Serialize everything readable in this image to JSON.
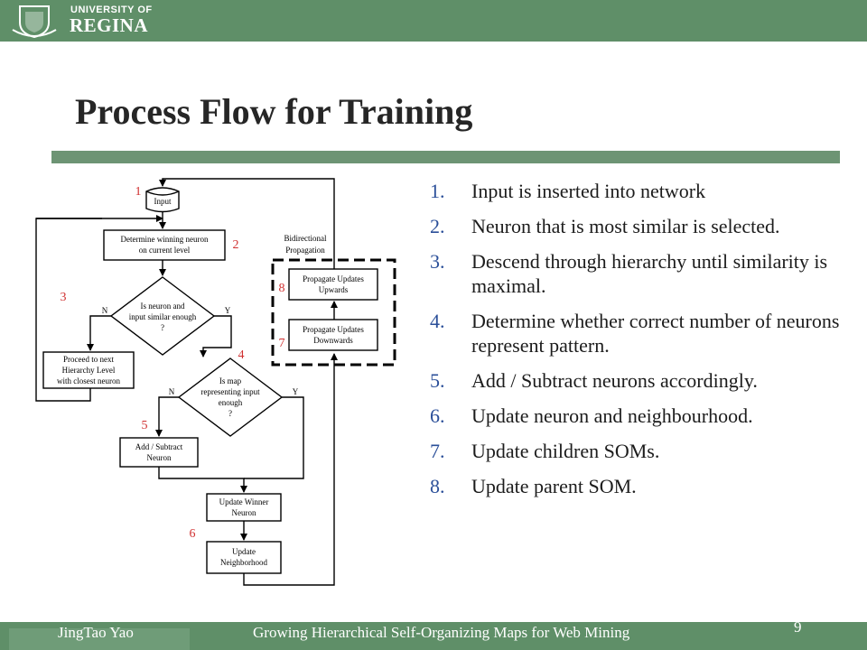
{
  "header": {
    "university_line1": "UNIVERSITY OF",
    "university_line2": "REGINA"
  },
  "title": "Process Flow for Training",
  "steps": [
    {
      "num": "1.",
      "text": "Input is inserted into network"
    },
    {
      "num": "2.",
      "text": "Neuron that is most similar is selected."
    },
    {
      "num": "3.",
      "text": "Descend through hierarchy until similarity is maximal."
    },
    {
      "num": "4.",
      "text": "Determine whether correct number of neurons represent pattern."
    },
    {
      "num": "5.",
      "text": "Add / Subtract neurons accordingly."
    },
    {
      "num": "6.",
      "text": "Update neuron and neighbourhood."
    },
    {
      "num": "7.",
      "text": "Update children SOMs."
    },
    {
      "num": "8.",
      "text": "Update parent SOM."
    }
  ],
  "flowchart": {
    "input": "Input",
    "determine_line1": "Determine winning neuron",
    "determine_line2": "on current level",
    "similar_line1": "Is neuron and",
    "similar_line2": "input similar enough",
    "similar_line3": "?",
    "proceed_line1": "Proceed to next",
    "proceed_line2": "Hierarchy Level",
    "proceed_line3": "with closest neuron",
    "map_line1": "Is map",
    "map_line2": "representing input",
    "map_line3": "enough",
    "map_line4": "?",
    "add_line1": "Add / Subtract",
    "add_line2": "Neuron",
    "winner_line1": "Update Winner",
    "winner_line2": "Neuron",
    "neigh_line1": "Update",
    "neigh_line2": "Neighborhood",
    "up_line1": "Propagate Updates",
    "up_line2": "Upwards",
    "down_line1": "Propagate Updates",
    "down_line2": "Downwards",
    "bidir_line1": "Bidirectional",
    "bidir_line2": "Propagation",
    "n_label": "N",
    "y_label": "Y",
    "marker_1": "1",
    "marker_2": "2",
    "marker_3": "3",
    "marker_4": "4",
    "marker_5": "5",
    "marker_6": "6",
    "marker_7": "7",
    "marker_8": "8"
  },
  "footer": {
    "author": "JingTao Yao",
    "title": "Growing Hierarchical Self-Organizing Maps for Web Mining",
    "page": "9"
  },
  "colors": {
    "bar": "#5f8f68",
    "rule": "#6d9474",
    "number": "#2b4f99",
    "marker": "#d03030"
  }
}
